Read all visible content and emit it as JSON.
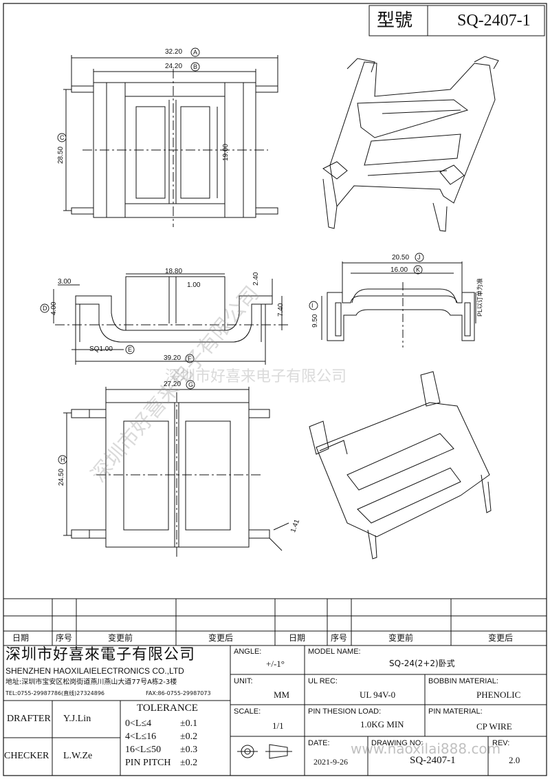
{
  "header": {
    "model_label": "型號",
    "model_no": "SQ-2407-1"
  },
  "dims": {
    "A": "32.20",
    "B": "24.20",
    "C": "28.50",
    "h19": "19.00",
    "d188": "18.80",
    "d100": "1.00",
    "d300": "3.00",
    "d400": "4.00",
    "d240": "2.40",
    "d740": "7.40",
    "sq": "SQ1.00",
    "F": "39.20",
    "J": "20.50",
    "K": "16.00",
    "I": "9.50",
    "pl_note": "PL以订单为准",
    "G": "27.20",
    "H": "24.50",
    "d141": "1.41"
  },
  "dim_letters": [
    "A",
    "B",
    "C",
    "D",
    "E",
    "F",
    "G",
    "H",
    "I",
    "J",
    "K"
  ],
  "watermarks": {
    "main": "深圳市好喜来电子有限公司",
    "diag": "深圳市好喜来电子有限公司",
    "url": "www.haoxilai888.com"
  },
  "revision": {
    "headers": [
      "日期",
      "序号",
      "变更前",
      "变更后",
      "日期",
      "序号",
      "变更前",
      "变更后"
    ]
  },
  "company": {
    "name_cn": "深圳市好喜來電子有限公司",
    "name_en": "SHENZHEN HAOXILAIELECTRONICS CO.,LTD",
    "address": "地址:深圳市宝安区松岗街道燕川燕山大道77号A栋2-3楼",
    "tel": "TEL:0755-29987786(直线)27324896",
    "fax": "FAX:86-0755-29987073"
  },
  "fields": {
    "angle_label": "ANGLE:",
    "angle_value": "+/-1°",
    "model_name_label": "MODEL NAME:",
    "model_name_value": "SQ-24(2+2)卧式",
    "unit_label": "UNIT:",
    "unit_value": "MM",
    "ul_rec_label": "UL REC:",
    "ul_rec_value": "UL 94V-0",
    "bobbin_label": "BOBBIN MATERIAL:",
    "bobbin_value": "PHENOLIC",
    "scale_label": "SCALE:",
    "scale_value": "1/1",
    "pin_tension_label": "PIN THESION LOAD:",
    "pin_tension_value": "1.0KG MIN",
    "pin_material_label": "PIN MATERIAL:",
    "pin_material_value": "CP  WIRE",
    "date_label": "DATE:",
    "date_value": "2021-9-26",
    "drawing_no_label": "DRAWING NO:",
    "drawing_no_value": "SQ-2407-1",
    "rev_label": "REV:",
    "rev_value": "2.0"
  },
  "people": {
    "drafter_label": "DRAFTER",
    "drafter_value": "Y.J.Lin",
    "checker_label": "CHECKER",
    "checker_value": "L.W.Ze"
  },
  "tolerance": {
    "title": "TOLERANCE",
    "rows": [
      {
        "range": "0<L≤4",
        "tol": "±0.1"
      },
      {
        "range": "4<L≤16",
        "tol": "±0.2"
      },
      {
        "range": "16<L≤50",
        "tol": "±0.3"
      },
      {
        "range": "PIN PITCH",
        "tol": "±0.2"
      }
    ]
  }
}
